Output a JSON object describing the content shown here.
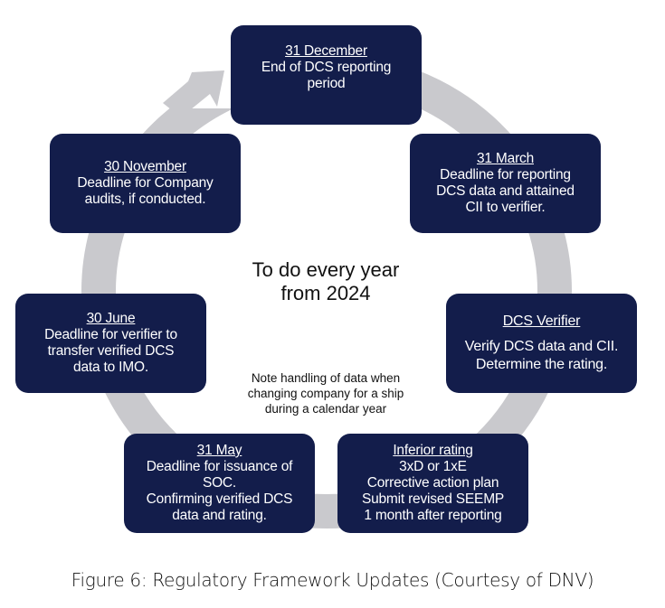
{
  "center": {
    "title_line1": "To do every year",
    "title_line2": "from 2024",
    "note_line1": "Note handling of data when",
    "note_line2": "changing company for a ship",
    "note_line3": "during a calendar year"
  },
  "steps": [
    {
      "title": "31 December",
      "lines": [
        "End of DCS reporting",
        "period"
      ]
    },
    {
      "title": "31 March",
      "lines": [
        "Deadline for reporting",
        "DCS data and attained",
        "CII to verifier."
      ]
    },
    {
      "title": "DCS Verifier",
      "lines": [
        "Verify DCS data and CII.",
        "Determine the rating."
      ]
    },
    {
      "title": "Inferior rating",
      "lines": [
        "3xD or 1xE",
        "Corrective action plan",
        "Submit revised SEEMP",
        "1 month after reporting"
      ]
    },
    {
      "title": "31 May",
      "lines": [
        "Deadline for issuance of",
        "SOC.",
        "Confirming verified DCS",
        "data and rating."
      ]
    },
    {
      "title": "30 June",
      "lines": [
        "Deadline for verifier to",
        "transfer verified DCS",
        "data to IMO."
      ]
    },
    {
      "title": "30 November",
      "lines": [
        "Deadline for Company",
        "audits, if conducted."
      ]
    }
  ],
  "caption": "Figure 6: Regulatory Framework Updates (Courtesy of DNV)",
  "colors": {
    "box": "#131d4b",
    "ring": "#c9c9cd"
  }
}
